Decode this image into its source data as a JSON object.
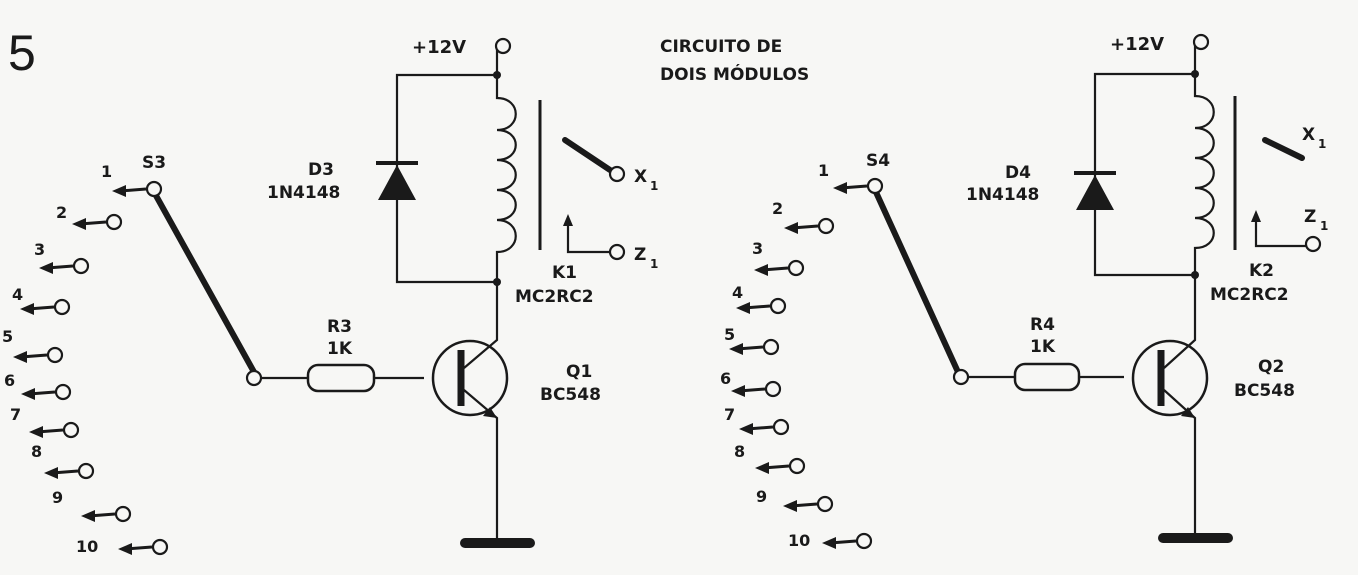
{
  "figure_number": "5",
  "title_line1": "CIRCUITO DE",
  "title_line2": "DOIS MÓDULOS",
  "modules": [
    {
      "supply": "+12V",
      "switch": "S3",
      "positions": [
        "1",
        "2",
        "3",
        "4",
        "5",
        "6",
        "7",
        "8",
        "9",
        "10"
      ],
      "diode_ref": "D3",
      "diode_part": "1N4148",
      "relay_ref": "K1",
      "relay_part": "MC2RC2",
      "contact_x": "X",
      "contact_z": "Z",
      "contact_sub": "1",
      "resistor_ref": "R3",
      "resistor_value": "1K",
      "transistor_ref": "Q1",
      "transistor_part": "BC548"
    },
    {
      "supply": "+12V",
      "switch": "S4",
      "positions": [
        "1",
        "2",
        "3",
        "4",
        "5",
        "6",
        "7",
        "8",
        "9",
        "10"
      ],
      "diode_ref": "D4",
      "diode_part": "1N4148",
      "relay_ref": "K2",
      "relay_part": "MC2RC2",
      "contact_x": "X",
      "contact_z": "Z",
      "contact_sub": "1",
      "resistor_ref": "R4",
      "resistor_value": "1K",
      "transistor_ref": "Q2",
      "transistor_part": "BC548"
    }
  ]
}
